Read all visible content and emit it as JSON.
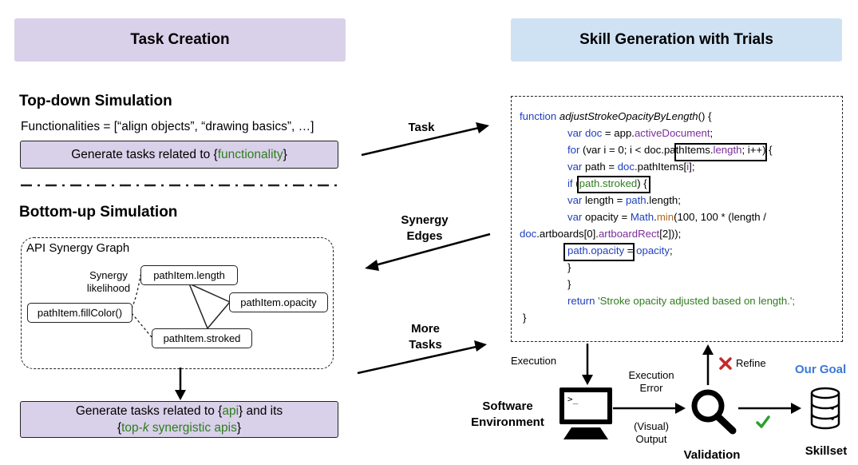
{
  "left": {
    "header": "Task Creation",
    "topdown_title": "Top-down Simulation",
    "functionalities_line": "Functionalities = [“align objects”, “drawing basics”, …]",
    "topdown_task_prefix": "Generate tasks related to {",
    "topdown_task_var": "functionality",
    "topdown_task_suffix": "}",
    "bottomup_title": "Bottom-up Simulation",
    "graph_title": "API Synergy Graph",
    "synergy_likelihood": [
      "Synergy",
      "likelihood"
    ],
    "nodes": {
      "length": "pathItem.length",
      "opacity": "pathItem.opacity",
      "fillcolor": "pathItem.fillColor()",
      "stroked": "pathItem.stroked"
    },
    "bottomup_task": {
      "l1_prefix": "Generate tasks related to {",
      "l1_var": "api",
      "l1_suffix": "} and its",
      "l2_prefix": "{",
      "l2_var1": "top-",
      "l2_k": "k",
      "l2_var2": " synergistic apis",
      "l2_suffix": "}"
    }
  },
  "middle": {
    "task": "Task",
    "synergy_edges": [
      "Synergy",
      "Edges"
    ],
    "more_tasks": [
      "More",
      "Tasks"
    ]
  },
  "right": {
    "header": "Skill Generation with Trials",
    "code": {
      "l1_kw": "function",
      "l1_name": "adjustStrokeOpacityByLength",
      "l1_rest": "() {",
      "l2_a": "var",
      "l2_b": " doc",
      "l2_c": " = app.",
      "l2_d": "activeDocument",
      "l2_e": ";",
      "l3_a": "for",
      "l3_b": " (var i = 0; i < doc.",
      "l3_c": "pathItems",
      "l3_d": ".",
      "l3_e": "length",
      "l3_f": "; i++) {",
      "l4_a": "var",
      "l4_b": " path = ",
      "l4_c": "doc",
      "l4_d": ".pathItems[",
      "l4_e": "i",
      "l4_f": "];",
      "l5_a": "if",
      "l5_b": " (",
      "l5_c": "path.stroked",
      "l5_d": ") {",
      "l6_a": "var",
      "l6_b": " length = ",
      "l6_c": "path",
      "l6_d": ".length;",
      "l7_a": "var",
      "l7_b": " opacity = ",
      "l7_c": "Math",
      "l7_d": ".",
      "l7_e": "min",
      "l7_f": "(100, 100 * (length /",
      "l8_a": "doc",
      "l8_b": ".artboards[0].",
      "l8_c": "artboardRect",
      "l8_d": "[2]));",
      "l9_a": "path.opacity",
      "l9_b": " = ",
      "l9_c": "opacity",
      "l9_d": ";",
      "l10": "}",
      "l11": "}",
      "l12_a": "return",
      "l12_b": " 'Stroke opacity adjusted based on length.';",
      "l13": "}"
    },
    "execution": "Execution",
    "software_env": [
      "Software",
      "Environment"
    ],
    "execution_error": [
      "Execution",
      "Error"
    ],
    "visual_output": [
      "(Visual)",
      "Output"
    ],
    "refine": "Refine",
    "validation": "Validation",
    "our_goal": "Our Goal",
    "skillset": "Skillset",
    "colors": {
      "goal": "#3a78d8",
      "check": "#2e9e2e",
      "cross": "#c62828"
    }
  }
}
